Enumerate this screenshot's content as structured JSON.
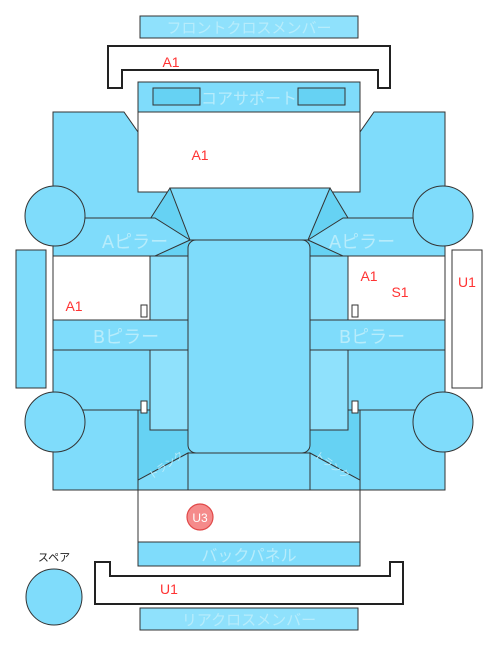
{
  "labels": {
    "front_cross_member": "フロントクロスメンバー",
    "core_support": "コアサポート",
    "a_pillar_left": "Aピラー",
    "a_pillar_right": "Aピラー",
    "b_pillar_left": "Bピラー",
    "b_pillar_right": "Bピラー",
    "back_panel": "バックパネル",
    "rear_cross_member": "リアクロスメンバー",
    "spare": "スペア",
    "trunk_left": "トランク",
    "trunk_right": "トランク"
  },
  "codes": {
    "front_cross_member": "A1",
    "core_support": "A1",
    "left_side": "A1",
    "right_side_a": "A1",
    "right_side_s": "S1",
    "right_outer": "U1",
    "trunk_floor": "U3",
    "rear_cross_member": "U1"
  },
  "colors": {
    "panel": "#7fdcfb",
    "outline": "#333333",
    "code_text": "#ff3333",
    "badge_fill": "#f58b8b"
  }
}
